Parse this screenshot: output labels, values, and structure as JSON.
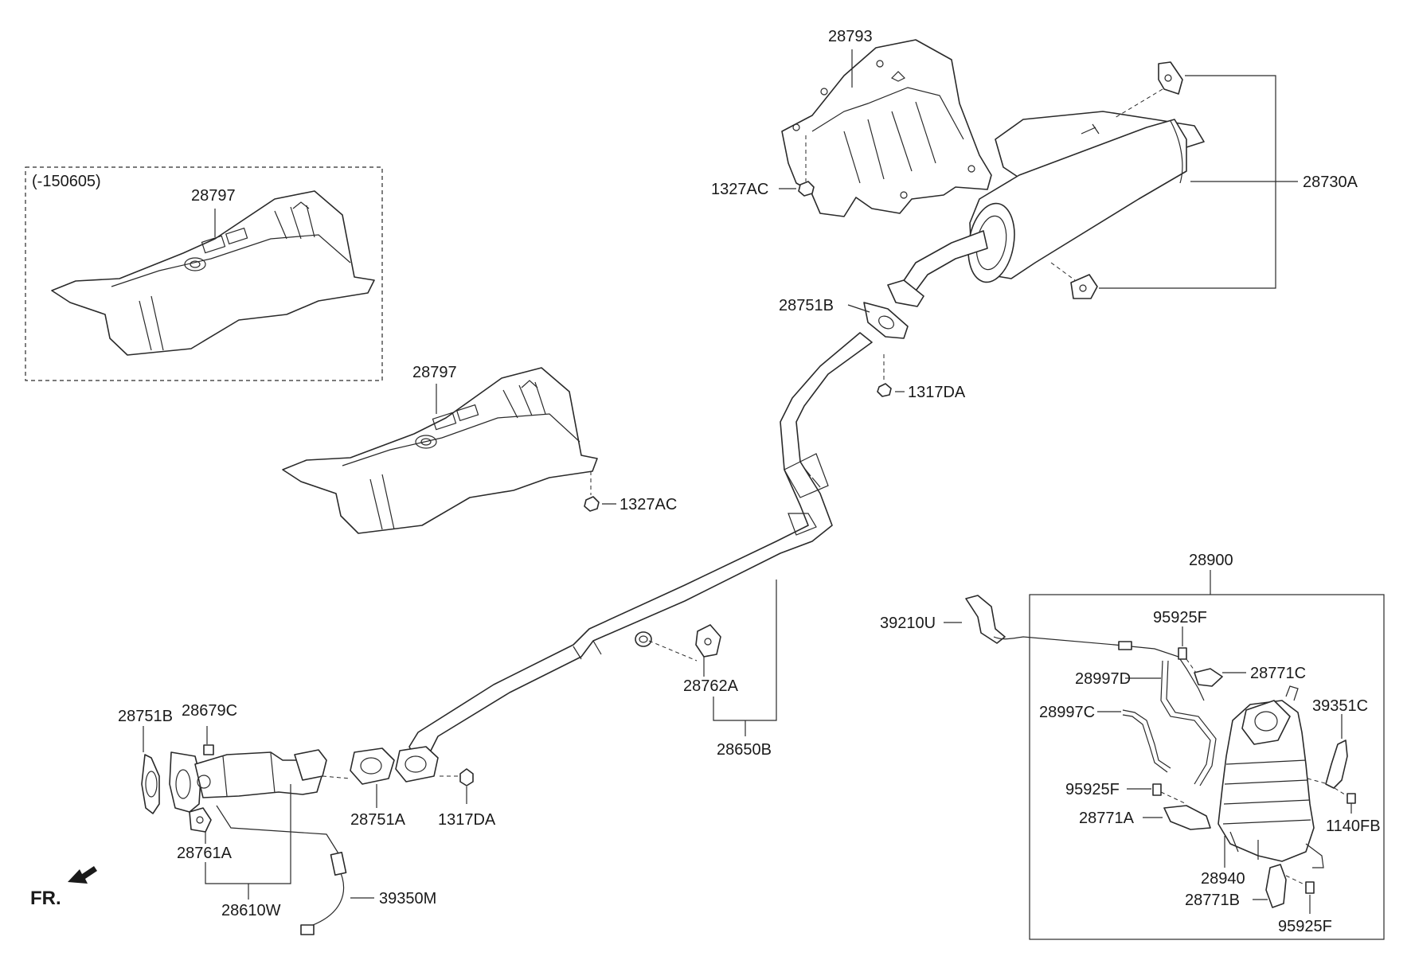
{
  "diagram": {
    "variant_note": "(-150605)",
    "direction_label": "FR.",
    "parts": {
      "heat_shield_upper": "28793",
      "nut_1327ac_top": "1327AC",
      "muffler": "28730A",
      "gasket_28751b_rear": "28751B",
      "nut_1317da_rear": "1317DA",
      "heat_shield_variant": "28797",
      "heat_shield_main": "28797",
      "nut_1327ac_mid": "1327AC",
      "catalyst_assembly": "28900",
      "oxygen_sensor_front": "39210U",
      "bolt_95925f_top": "95925F",
      "bracket_28771c": "28771C",
      "pipe_28997d": "28997D",
      "pipe_28997c": "28997C",
      "bracket_39351c": "39351C",
      "bolt_95925f_mid": "95925F",
      "bracket_28771a": "28771A",
      "bolt_1140fb": "1140FB",
      "catalytic_converter": "28940",
      "bracket_28771b": "28771B",
      "bolt_95925f_bottom": "95925F",
      "hanger_28762a": "28762A",
      "center_pipe": "28650B",
      "gasket_28751b_front": "28751B",
      "clip_28679c": "28679C",
      "gasket_28751a": "28751A",
      "nut_1317da_front": "1317DA",
      "hanger_28761a": "28761A",
      "front_pipe": "28610W",
      "oxygen_sensor_rear": "39350M"
    }
  }
}
